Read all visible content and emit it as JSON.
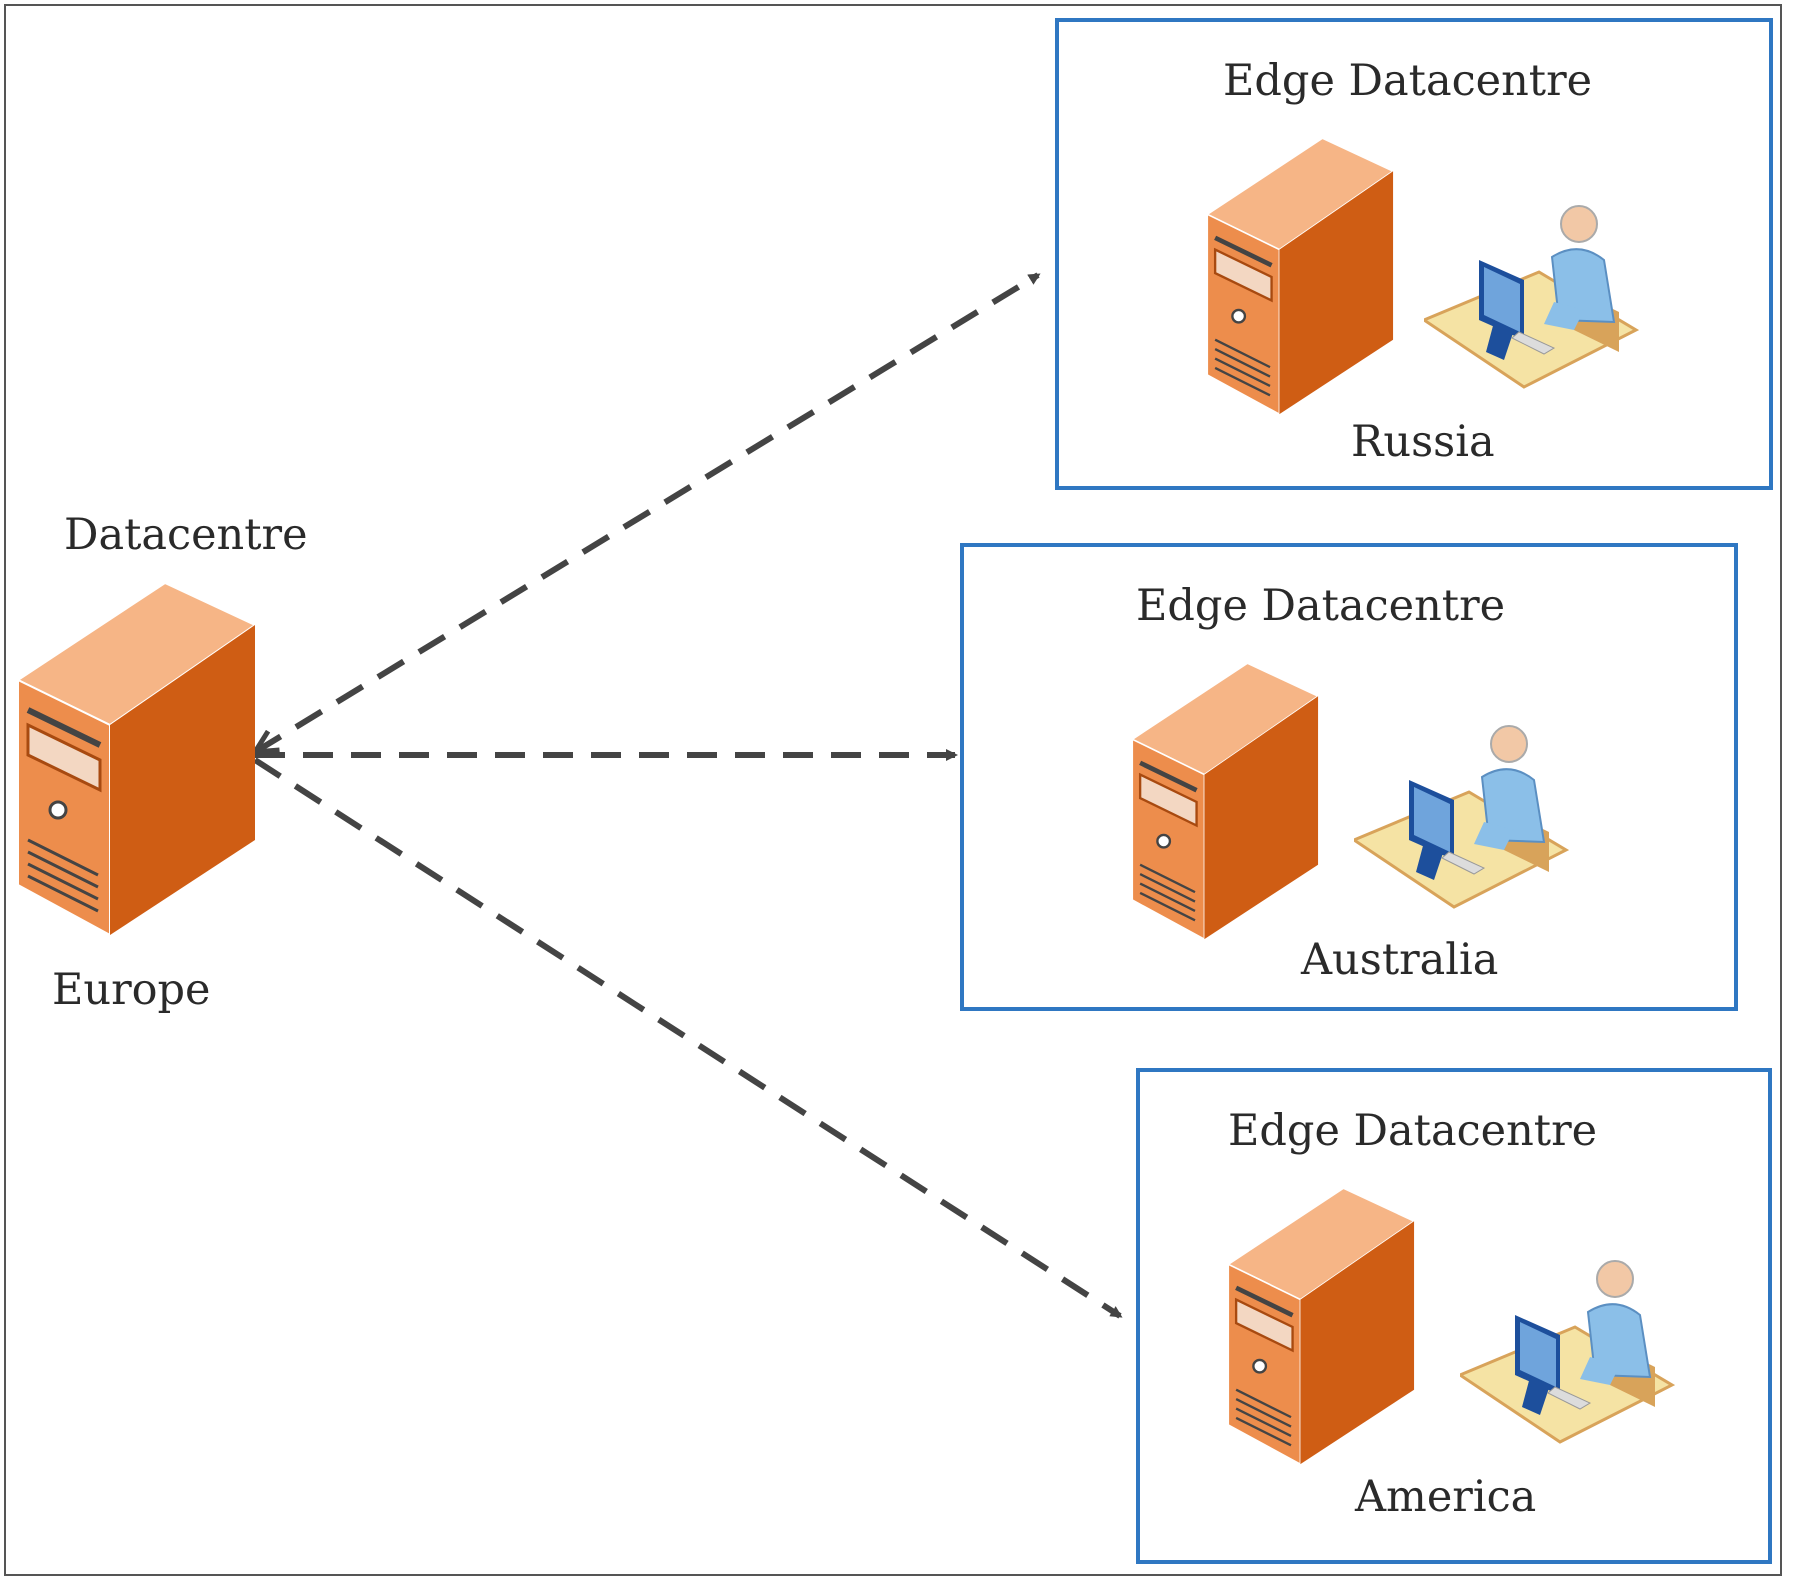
{
  "diagram": {
    "central": {
      "title": "Datacentre",
      "location": "Europe"
    },
    "edges": [
      {
        "title": "Edge Datacentre",
        "location": "Russia"
      },
      {
        "title": "Edge Datacentre",
        "location": "Australia"
      },
      {
        "title": "Edge Datacentre",
        "location": "America"
      }
    ],
    "colors": {
      "box_border": "#2f77c2",
      "arrow": "#444444",
      "server": "#e8762a"
    },
    "icons": [
      "server-icon",
      "workstation-user-icon"
    ]
  }
}
